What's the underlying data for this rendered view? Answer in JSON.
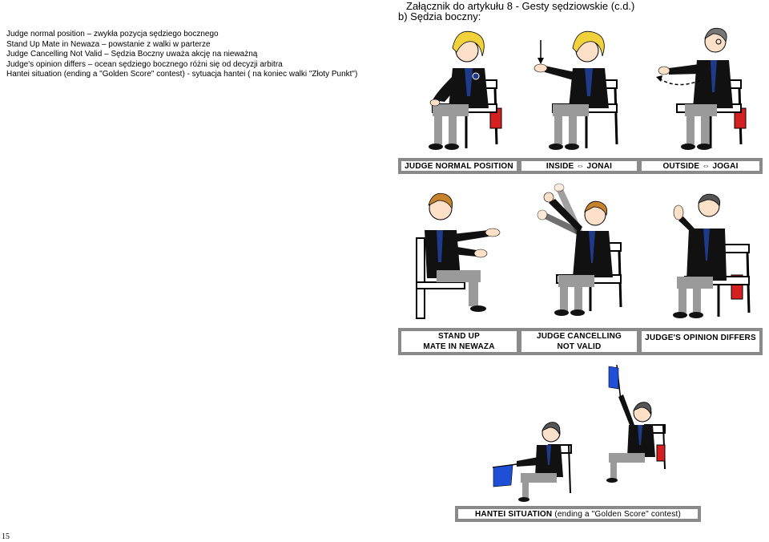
{
  "header": {
    "title": "Załącznik do artykułu 8 - Gesty sędziowskie (c.d.)",
    "subtitle": "b)  Sędzia boczny:"
  },
  "legend": [
    "Judge normal position –  zwykła pozycja sędziego bocznego",
    "Stand Up Mate in Newaza – powstanie z walki w parterze",
    "Judge Cancelling Not Valid – Sędzia Boczny uważa akcję na nieważną",
    "Judge's opinion differs – ocean sędziego bocznego różni się od decyzji arbitra",
    "Hantei situation (ending a \"Golden Score\" contest) -  sytuacja hantei ( na koniec walki \"Złoty Punkt\")"
  ],
  "captions": {
    "normal": "JUDGE NORMAL POSITION",
    "inside": "INSIDE ⇔ JONAI",
    "outside": "OUTSIDE ⇔ JOGAI",
    "standup_1": "STAND UP",
    "standup_2": "MATE IN NEWAZA",
    "cancel_1": "JUDGE CANCELLING",
    "cancel_2": "NOT VALID",
    "opinion": "JUDGE'S OPINION DIFFERS",
    "hantei_bold": "HANTEI SITUATION",
    "hantei_rest": " (ending a \"Golden Score\" contest)"
  },
  "page_number": "15",
  "colors": {
    "jacket": "#111111",
    "tie": "#1f3a8a",
    "hair_blonde": "#f2d23a",
    "hair_brown": "#c7822e",
    "chair_red": "#d42020",
    "flag_blue": "#1f4fd6",
    "trousers": "#9a9a9a"
  }
}
